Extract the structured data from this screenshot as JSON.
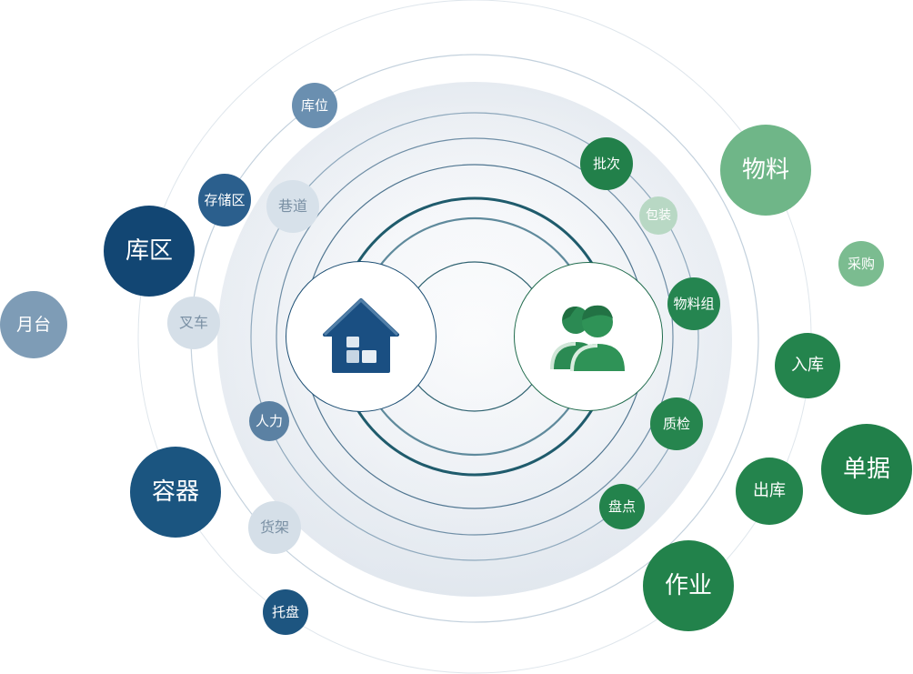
{
  "hubs": {
    "warehouse_icon": "warehouse-icon",
    "people_icon": "people-icon"
  },
  "colors": {
    "navy": "#154a77",
    "slate": "#5f87a8",
    "grey_blue": "#8aa7bf",
    "pale_blue": "#d4dfe8",
    "dark_green": "#23824c",
    "light_green": "#69b584",
    "pale_green": "#b4d6c1"
  },
  "nodes": [
    {
      "id": "kuwei",
      "label": "库位",
      "color": "#6a8fb0"
    },
    {
      "id": "cunchuqu",
      "label": "存储区",
      "color": "#2b5f8d"
    },
    {
      "id": "xiangdao",
      "label": "巷道",
      "color": "#d7e1ea"
    },
    {
      "id": "kuqu",
      "label": "库区",
      "color": "#124673"
    },
    {
      "id": "yuetai",
      "label": "月台",
      "color": "#7e9cb6"
    },
    {
      "id": "chache",
      "label": "叉车",
      "color": "#d5dfe8"
    },
    {
      "id": "renli",
      "label": "人力",
      "color": "#5b81a3"
    },
    {
      "id": "rongqi",
      "label": "容器",
      "color": "#1b5580"
    },
    {
      "id": "huojia",
      "label": "货架",
      "color": "#d5dfe8"
    },
    {
      "id": "tuopan",
      "label": "托盘",
      "color": "#1d5580"
    },
    {
      "id": "pici",
      "label": "批次",
      "color": "#22804a"
    },
    {
      "id": "baozhuang",
      "label": "包装",
      "color": "#b8d8c4"
    },
    {
      "id": "wuliao",
      "label": "物料",
      "color": "#6fb688"
    },
    {
      "id": "caigou",
      "label": "采购",
      "color": "#7bbc90"
    },
    {
      "id": "wuliaozu",
      "label": "物料组",
      "color": "#258550"
    },
    {
      "id": "ruku",
      "label": "入库",
      "color": "#24844d"
    },
    {
      "id": "zhijian",
      "label": "质检",
      "color": "#26854e"
    },
    {
      "id": "danju",
      "label": "单据",
      "color": "#21804a"
    },
    {
      "id": "chuku",
      "label": "出库",
      "color": "#24844d"
    },
    {
      "id": "pandian",
      "label": "盘点",
      "color": "#23834c"
    },
    {
      "id": "zuoye",
      "label": "作业",
      "color": "#22824b"
    }
  ]
}
